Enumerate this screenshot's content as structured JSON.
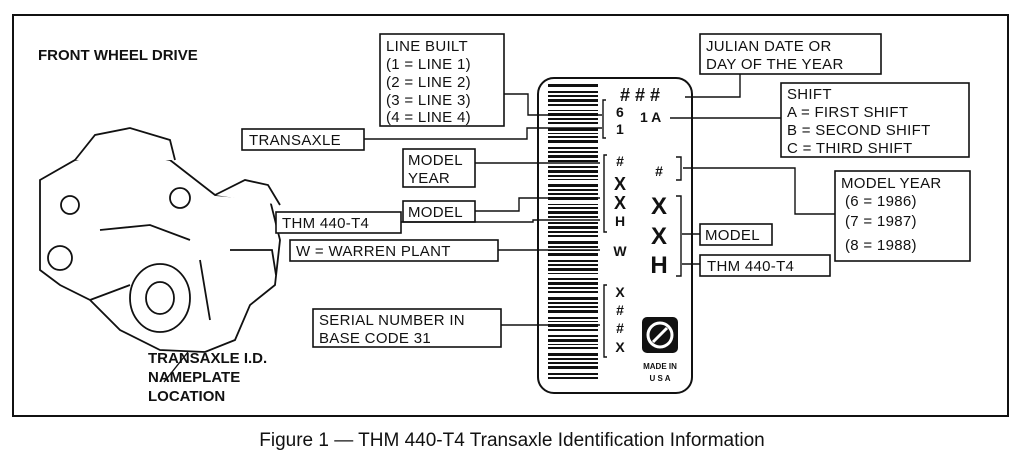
{
  "header": "FRONT WHEEL DRIVE",
  "line_built": {
    "title": "LINE BUILT",
    "items": [
      "(1 = LINE 1)",
      "(2 = LINE 2)",
      "(3 = LINE 3)",
      "(4 = LINE 4)"
    ]
  },
  "julian": {
    "line1": "JULIAN DATE OR",
    "line2": "DAY OF THE YEAR"
  },
  "shift": {
    "title": "SHIFT",
    "items": [
      "A = FIRST SHIFT",
      "B = SECOND SHIFT",
      "C = THIRD SHIFT"
    ]
  },
  "model_year_box": {
    "title": "MODEL YEAR",
    "items": [
      "(6 = 1986)",
      "(7 = 1987)",
      "(8 = 1988)"
    ]
  },
  "left_labels": {
    "transaxle": "TRANSAXLE",
    "model_year_1": "MODEL",
    "model_year_2": "YEAR",
    "model": "MODEL",
    "thm": "THM 440-T4",
    "warren": "W  =  WARREN PLANT",
    "serial_1": "SERIAL NUMBER IN",
    "serial_2": "BASE CODE 31"
  },
  "right_labels": {
    "model": "MODEL",
    "thm": "THM 440-T4"
  },
  "plate": {
    "top_code": "# # #",
    "left_digits_1": "6",
    "left_digits_2": "1",
    "shift_code": "1  A",
    "col_left": [
      "#",
      "X",
      "X",
      "H",
      "W",
      "X",
      "#",
      "#",
      "X"
    ],
    "col_right": [
      "#",
      "X",
      "X",
      "H"
    ],
    "made_in_1": "MADE IN",
    "made_in_2": "U S A"
  },
  "nameplate_note": [
    "TRANSAXLE I.D.",
    "NAMEPLATE",
    "LOCATION"
  ],
  "caption": "Figure 1  —  THM 440-T4 Transaxle Identification Information"
}
